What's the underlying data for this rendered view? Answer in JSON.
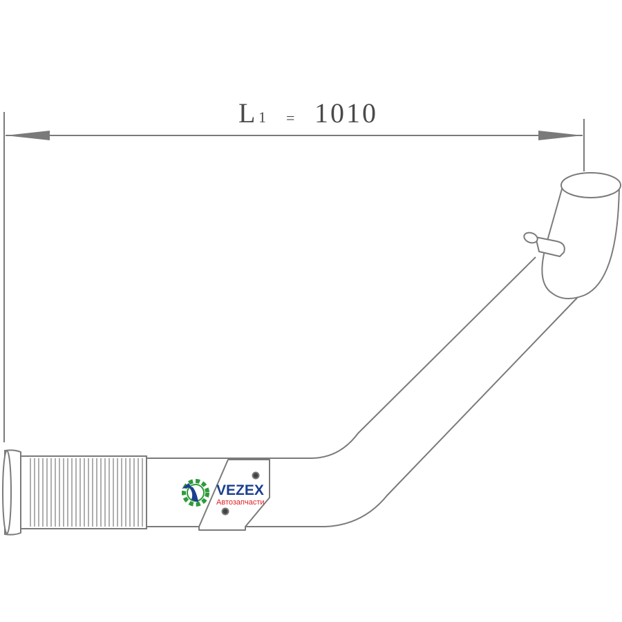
{
  "dimension": {
    "label_main": "L",
    "label_sub": "1",
    "equals": "=",
    "value": "1010"
  },
  "logo": {
    "name": "VEZEX",
    "tagline": "Автозапчасти",
    "colors": {
      "primary": "#1b3f8f",
      "accent": "#2e9a3a",
      "text_red": "#e02020"
    }
  },
  "colors": {
    "line": "#7a7a7a",
    "text": "#4a4a4a",
    "background": "#ffffff"
  }
}
